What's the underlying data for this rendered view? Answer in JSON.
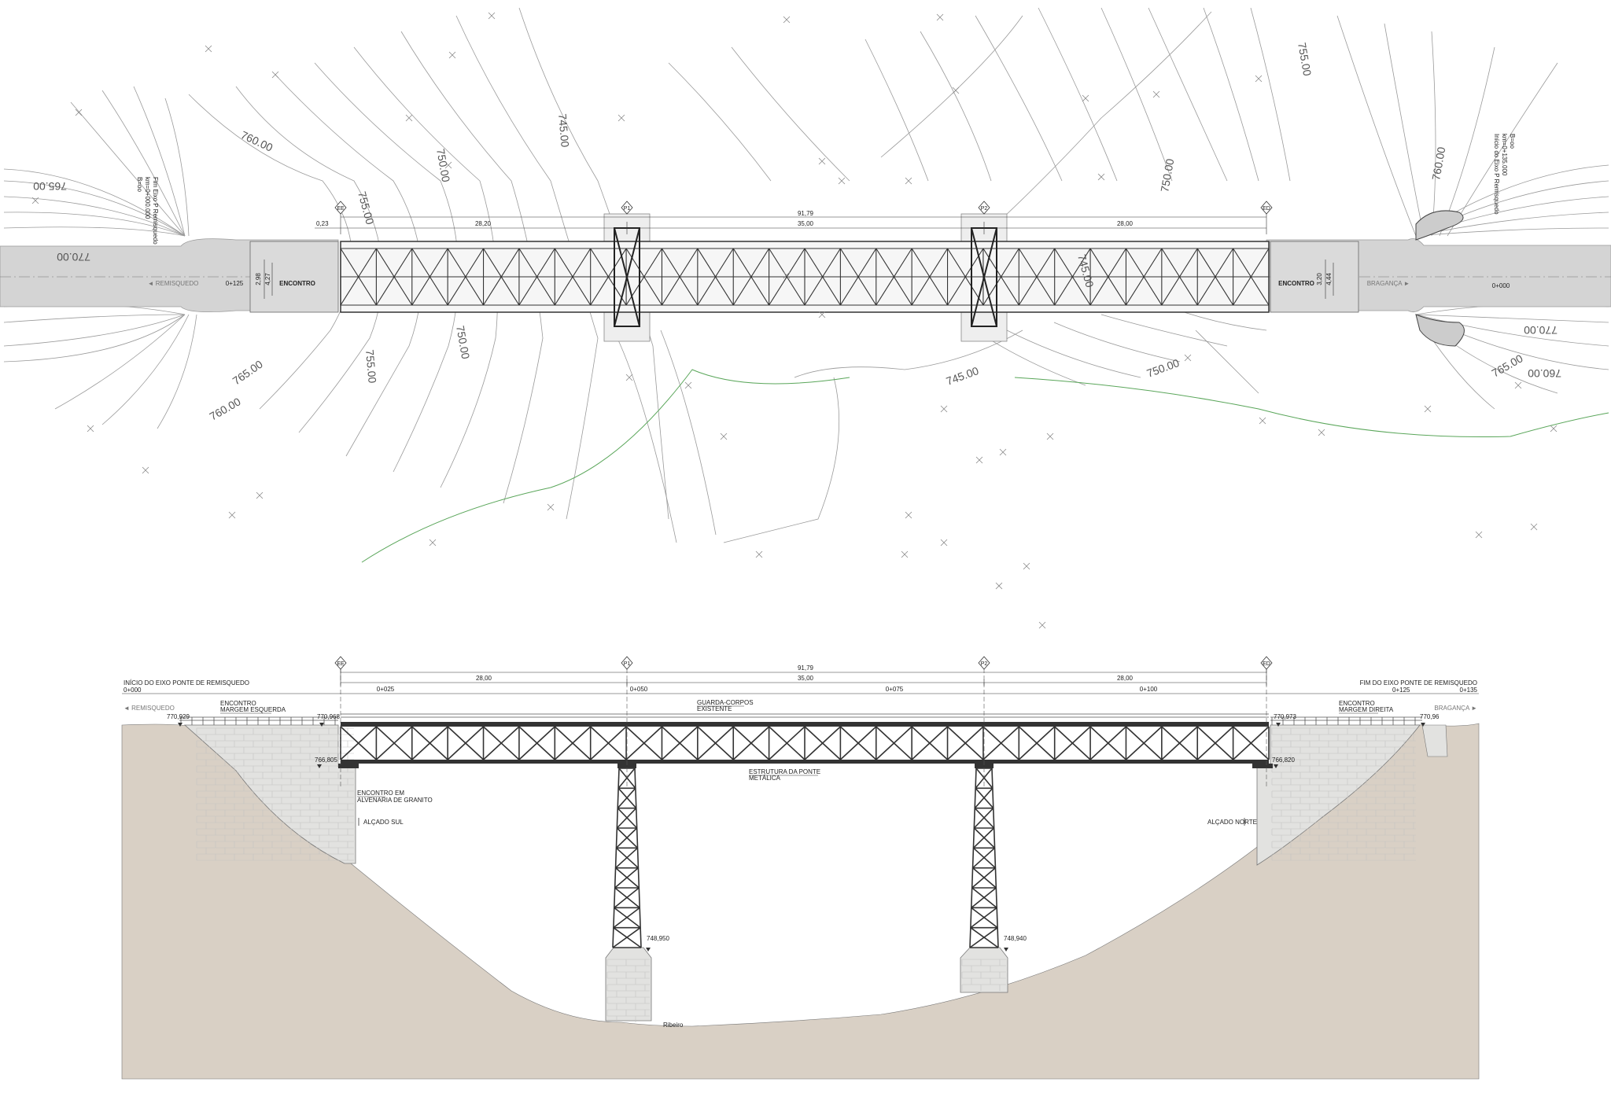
{
  "plan": {
    "total_span": "91,79",
    "spans": [
      "28,20",
      "35,00",
      "28,00"
    ],
    "offset_left": "0,23",
    "supports": [
      "EE",
      "P1",
      "P2",
      "ED"
    ],
    "abutment_left": "ENCONTRO",
    "abutment_right": "ENCONTRO",
    "road_left": "◄ REMISQUEDO",
    "road_right": "BRAGANÇA ►",
    "chainage_left": "0+125",
    "chainage_right": "0+000",
    "width_left_outer": "4,27",
    "width_left_inner": "2,98",
    "width_right_outer": "4,44",
    "width_right_inner": "3,20",
    "contours": [
      "760.00",
      "765.00",
      "770.00",
      "755.00",
      "750.00",
      "745.00",
      "750.00",
      "755.00",
      "745.00",
      "760.00",
      "750.00",
      "765.00",
      "760.00",
      "770.00",
      "755.00",
      "750.00",
      "745.00",
      "760.00",
      "765.00"
    ],
    "vertical_note_left": [
      "B=oo",
      "km=0+000.000",
      "Fim Eixo P Remisquedo"
    ],
    "vertical_note_right": [
      "Início do Eixo P Remisquedo",
      "km=0+135.000",
      "B=oo"
    ]
  },
  "elevation": {
    "total_span": "91,79",
    "spans": [
      "28,00",
      "35,00",
      "28,00"
    ],
    "supports": [
      "EE",
      "P1",
      "P2",
      "ED"
    ],
    "chainages": [
      "0+025",
      "0+050",
      "0+075",
      "0+100"
    ],
    "start_label": "INÍCIO DO EIXO PONTE DE REMISQUEDO",
    "start_chainage": "0+000",
    "end_label": "FIM DO EIXO PONTE DE REMISQUEDO",
    "end_chainage_1": "0+125",
    "end_chainage_2": "0+135",
    "dir_left": "◄ REMISQUEDO",
    "dir_right": "BRAGANÇA ►",
    "levels": {
      "left_road": "770,929",
      "left_deck": "770,968",
      "right_deck": "770,973",
      "right_road": "770,96",
      "left_bearing": "766,805",
      "right_bearing": "766,820",
      "p1_base": "748,950",
      "p2_base": "748,940"
    },
    "notes": {
      "enc_left_1": "ENCONTRO",
      "enc_left_2": "MARGEM ESQUERDA",
      "enc_right_1": "ENCONTRO",
      "enc_right_2": "MARGEM DIREITA",
      "guard_1": "GUARDA-CORPOS",
      "guard_2": "EXISTENTE",
      "struct_1": "ESTRUTURA DA PONTE",
      "struct_2": "METÁLICA",
      "masonry_1": "ENCONTRO EM",
      "masonry_2": "ALVENARIA DE GRANITO",
      "alcado_sul": "ALÇADO SUL",
      "alcado_norte": "ALÇADO NORTE",
      "river": "Ribeiro"
    }
  },
  "colors": {
    "ground": "#d9d0c5",
    "masonry": "#e2e2e0",
    "steel": "#3a3a3a",
    "road": "#d4d4d4",
    "contour": "#8a8a8a",
    "green_line": "#5aa65a"
  }
}
